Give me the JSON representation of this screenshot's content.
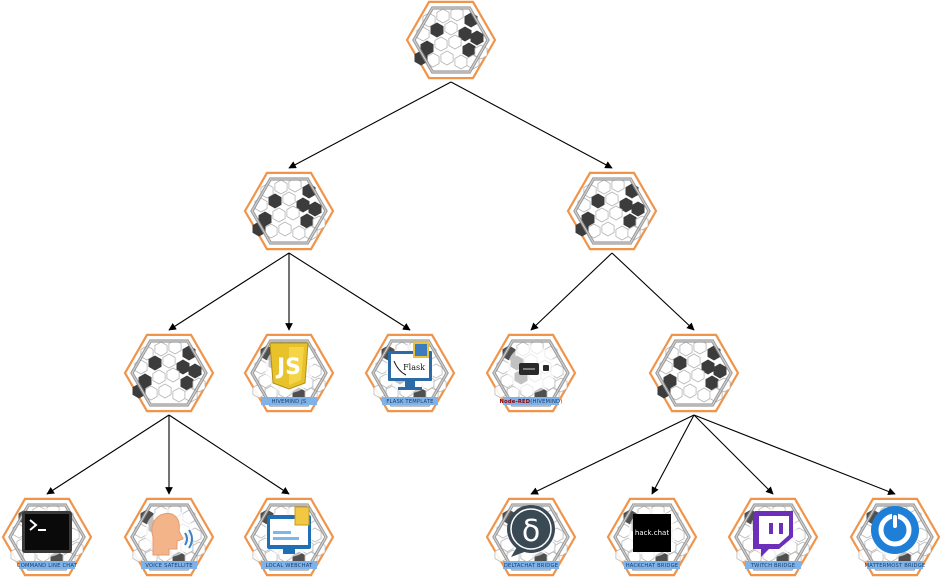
{
  "diagram": {
    "nodes": [
      {
        "id": "root",
        "label": "",
        "icon": "hex-pattern"
      },
      {
        "id": "left-hub",
        "label": "",
        "icon": "hex-pattern"
      },
      {
        "id": "right-hub",
        "label": "",
        "icon": "hex-pattern"
      },
      {
        "id": "local-hub",
        "label": "",
        "icon": "hex-pattern"
      },
      {
        "id": "hivemind-js",
        "label": "HIVEMIND JS",
        "icon": "javascript-logo"
      },
      {
        "id": "flask-template",
        "label": "FLASK TEMPLATE",
        "icon": "flask-logo"
      },
      {
        "id": "node-red",
        "label": "(HIVEMIND)",
        "label_prefix": "Node-RED",
        "icon": "node-red-logo"
      },
      {
        "id": "bridges-hub",
        "label": "",
        "icon": "hex-pattern"
      },
      {
        "id": "cli-chat",
        "label": "COMMAND LINE CHAT",
        "icon": "terminal-icon"
      },
      {
        "id": "voice-satellite",
        "label": "VOICE SATELLITE",
        "icon": "voice-head-icon"
      },
      {
        "id": "local-webchat",
        "label": "LOCAL WEBCHAT",
        "icon": "browser-window-icon"
      },
      {
        "id": "deltachat-bridge",
        "label": "DELTACHAT BRIDGE",
        "icon": "deltachat-logo"
      },
      {
        "id": "hackchat-bridge",
        "label": "HACKCHAT BRIDGE",
        "icon": "hackchat-logo",
        "icon_text": "hack.chat"
      },
      {
        "id": "twitch-bridge",
        "label": "TWITCH BRIDGE",
        "icon": "twitch-logo"
      },
      {
        "id": "mattermost-bridge",
        "label": "MATTERMOST BRIDGE",
        "icon": "mattermost-logo"
      }
    ],
    "edges": [
      [
        "root",
        "left-hub"
      ],
      [
        "root",
        "right-hub"
      ],
      [
        "left-hub",
        "local-hub"
      ],
      [
        "left-hub",
        "hivemind-js"
      ],
      [
        "left-hub",
        "flask-template"
      ],
      [
        "right-hub",
        "node-red"
      ],
      [
        "right-hub",
        "bridges-hub"
      ],
      [
        "local-hub",
        "cli-chat"
      ],
      [
        "local-hub",
        "voice-satellite"
      ],
      [
        "local-hub",
        "local-webchat"
      ],
      [
        "bridges-hub",
        "deltachat-bridge"
      ],
      [
        "bridges-hub",
        "hackchat-bridge"
      ],
      [
        "bridges-hub",
        "twitch-bridge"
      ],
      [
        "bridges-hub",
        "mattermost-bridge"
      ]
    ],
    "colors": {
      "hex_border": "#f0944a",
      "inner_border": "#8c8c8c",
      "dark_hex": "#3c3c3c",
      "label_bar": "#7fb2e6",
      "edge": "#000000"
    }
  }
}
